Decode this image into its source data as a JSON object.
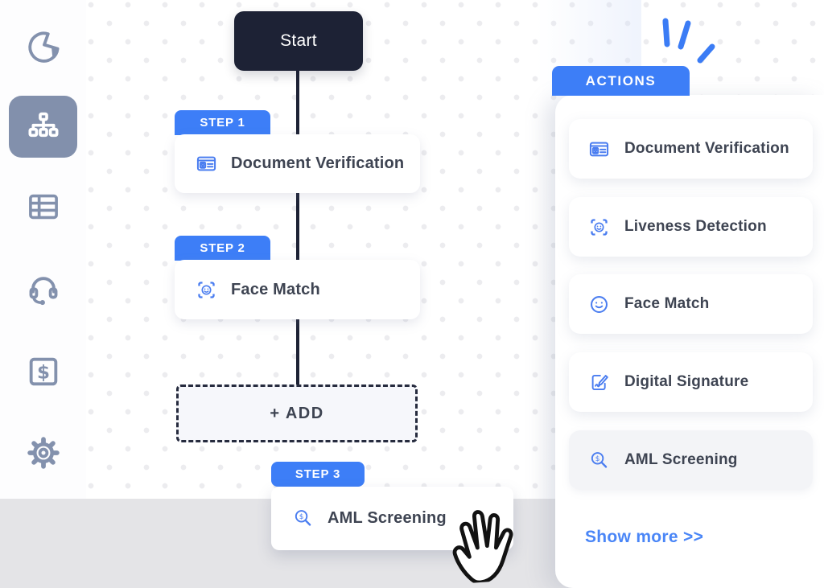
{
  "colors": {
    "accent": "#3D7EF7",
    "dark_navy": "#1D2235",
    "sidebar_icon": "#8391AD",
    "sidebar_active_bg": "#8290AC",
    "text_dark": "#3E4452",
    "canvas_dot": "#ECECEF",
    "gray_strip": "#E4E4E7",
    "selected_card_bg": "#F3F4F7",
    "link_blue": "#4A86F7",
    "icon_blue": "#4A7DF0"
  },
  "sidebar": {
    "items": [
      {
        "icon": "pie-chart-icon",
        "active": false
      },
      {
        "icon": "sitemap-icon",
        "active": true
      },
      {
        "icon": "table-icon",
        "active": false
      },
      {
        "icon": "support-headset-icon",
        "active": false
      },
      {
        "icon": "billing-dollar-icon",
        "active": false
      },
      {
        "icon": "settings-gear-icon",
        "active": false
      }
    ]
  },
  "workflow": {
    "start_label": "Start",
    "steps": [
      {
        "badge": "STEP 1",
        "label": "Document Verification",
        "icon": "id-card-icon"
      },
      {
        "badge": "STEP 2",
        "label": "Face Match",
        "icon": "face-scan-icon"
      },
      {
        "badge": "STEP 3",
        "label": "AML Screening",
        "icon": "aml-search-icon"
      }
    ],
    "add_label": "+ ADD"
  },
  "actions_panel": {
    "title": "ACTIONS",
    "items": [
      {
        "label": "Document Verification",
        "icon": "id-card-icon",
        "selected": false
      },
      {
        "label": "Liveness Detection",
        "icon": "face-scan-icon",
        "selected": false
      },
      {
        "label": "Face Match",
        "icon": "smiley-face-icon",
        "selected": false
      },
      {
        "label": "Digital Signature",
        "icon": "signature-pen-icon",
        "selected": false
      },
      {
        "label": "AML Screening",
        "icon": "aml-search-icon",
        "selected": true
      }
    ],
    "show_more_label": "Show more >>"
  }
}
